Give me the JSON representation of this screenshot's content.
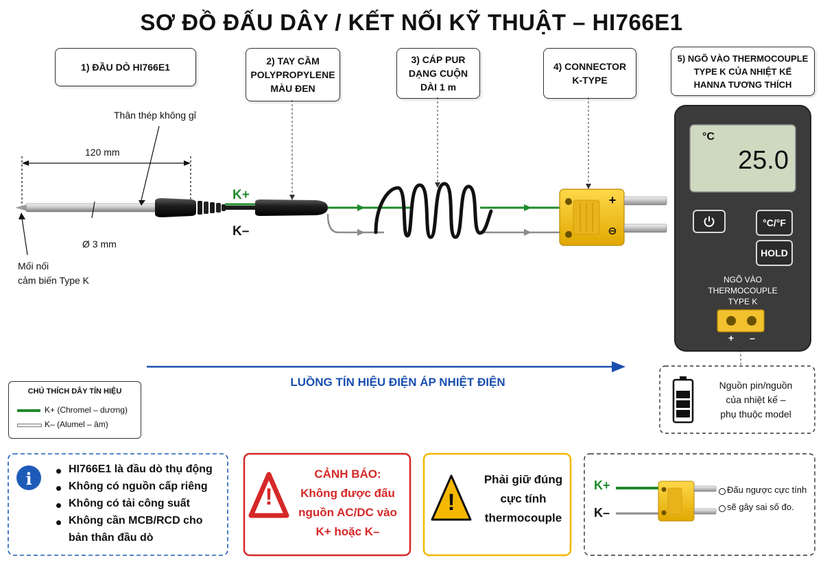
{
  "title": "SƠ ĐỒ ĐẤU DÂY / KẾT NỐI KỸ THUẬT – HI766E1",
  "callouts": {
    "probe": "1) ĐẦU DÒ HI766E1",
    "handle_l1": "2) TAY CẦM",
    "handle_l2": "POLYPROPYLENE",
    "handle_l3": "MÀU ĐEN",
    "cable_l1": "3) CÁP PUR",
    "cable_l2": "DẠNG CUỘN",
    "cable_l3": "DÀI 1 m",
    "connector_l1": "4) CONNECTOR",
    "connector_l2": "K-TYPE",
    "input_l1": "5) NGÕ VÀO THERMOCOUPLE",
    "input_l2": "TYPE K CỦA NHIỆT KẾ",
    "input_l3": "HANNA TƯƠNG THÍCH"
  },
  "labels": {
    "shaft": "Thân thép không gỉ",
    "length": "120 mm",
    "diameter": "Ø 3 mm",
    "junction_l1": "Mối nối",
    "junction_l2": "cảm biến Type K",
    "kplus": "K+",
    "kminus": "K–"
  },
  "legend": {
    "heading": "CHÚ THÍCH DÂY TÍN HIỆU",
    "plus": "K+ (Chromel – dương)",
    "minus": "K– (Alumel – âm)"
  },
  "flow_label": "LUỒNG TÍN HIỆU ĐIỆN ÁP NHIỆT ĐIỆN",
  "device": {
    "unit": "°C",
    "reading": "25.0",
    "btn_unit": "°C/°F",
    "btn_hold": "HOLD",
    "input_l1": "NGÕ VÀO",
    "input_l2": "THERMOCOUPLE",
    "input_l3": "TYPE K",
    "plus": "+",
    "minus": "–",
    "connector_plus": "+",
    "connector_minus": "⊖"
  },
  "power": {
    "l1": "Nguồn pin/nguồn",
    "l2": "của nhiệt kế –",
    "l3": "phụ thuộc model"
  },
  "notes": {
    "info": [
      "HI766E1 là đầu dò thụ động",
      "Không có nguồn cấp riêng",
      "Không có tải công suất",
      "Không cần MCB/RCD cho",
      "bản thân đầu dò"
    ],
    "warn_l1": "CẢNH BÁO:",
    "warn_l2": "Không được đấu",
    "warn_l3": "nguồn AC/DC vào",
    "warn_l4": "K+ hoặc K–",
    "polarity_l1": "Phải giữ đúng",
    "polarity_l2": "cực tính",
    "polarity_l3": "thermocouple",
    "reverse_l1": "Đấu ngược cực tính",
    "reverse_l2": "sẽ gây sai số đo.",
    "reverse_kplus": "K+",
    "reverse_kminus": "K–"
  },
  "colors": {
    "green_wire": "#1f8a2b",
    "silver_wire": "#9a9a9a",
    "connector_yellow": "#f2c12e",
    "flow_blue": "#1a4fb0",
    "warning_red": "#d62828",
    "warning_yellow": "#f5b800",
    "info_blue": "#1e5bb8",
    "device_body": "#3b3b3b",
    "lcd": "#cfd9c0"
  }
}
